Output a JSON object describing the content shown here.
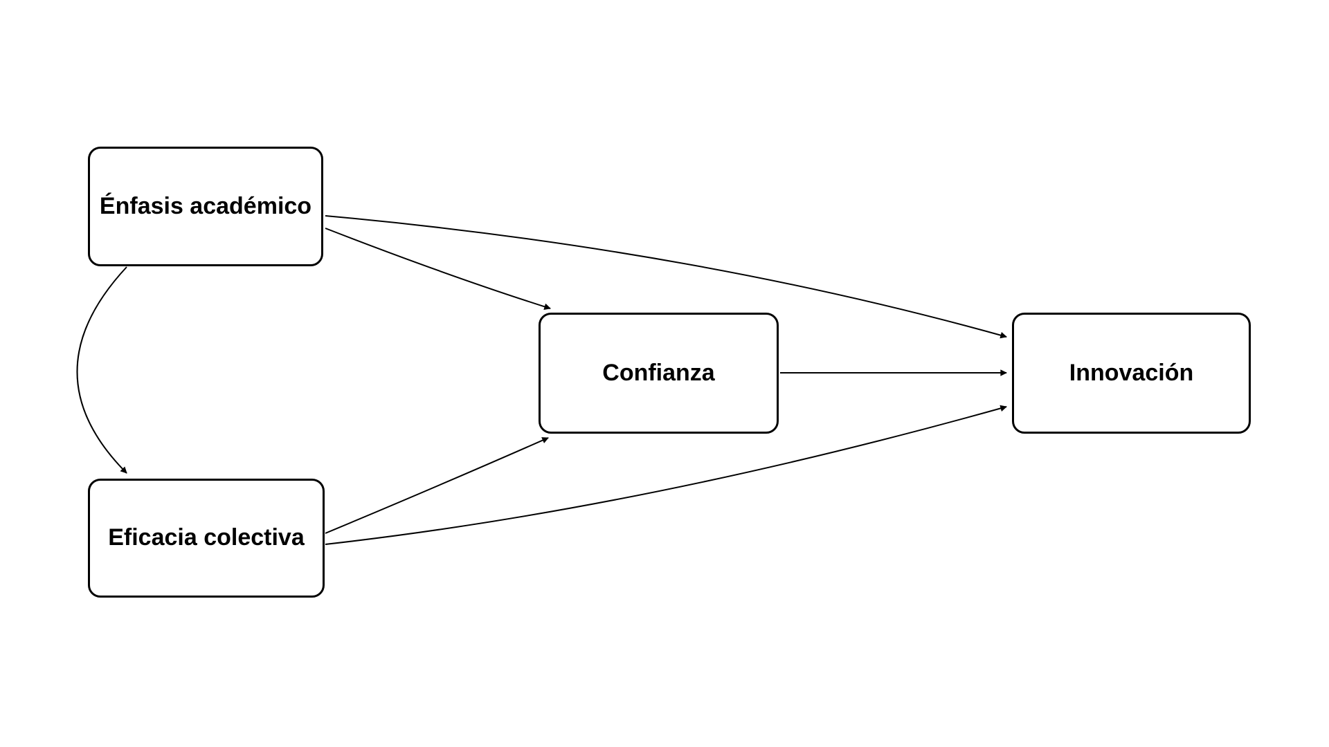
{
  "diagram": {
    "title": "",
    "nodes": {
      "enfasis": {
        "label": "Énfasis académico"
      },
      "eficacia": {
        "label": "Eficacia colectiva"
      },
      "confianza": {
        "label": "Confianza"
      },
      "innovacion": {
        "label": "Innovación"
      }
    },
    "edges": [
      {
        "from": "Énfasis académico",
        "to": "Eficacia colectiva",
        "style": "curved",
        "arrowhead": "single"
      },
      {
        "from": "Énfasis académico",
        "to": "Confianza",
        "style": "curved",
        "arrowhead": "single"
      },
      {
        "from": "Énfasis académico",
        "to": "Innovación",
        "style": "curved",
        "arrowhead": "single"
      },
      {
        "from": "Eficacia colectiva",
        "to": "Confianza",
        "style": "curved",
        "arrowhead": "single"
      },
      {
        "from": "Eficacia colectiva",
        "to": "Innovación",
        "style": "curved",
        "arrowhead": "single"
      },
      {
        "from": "Confianza",
        "to": "Innovación",
        "style": "straight",
        "arrowhead": "single"
      }
    ],
    "colors": {
      "background": "#ffffff",
      "node_fill": "#ffffff",
      "node_border": "#000000",
      "node_text": "#000000",
      "arrow": "#000000"
    }
  }
}
